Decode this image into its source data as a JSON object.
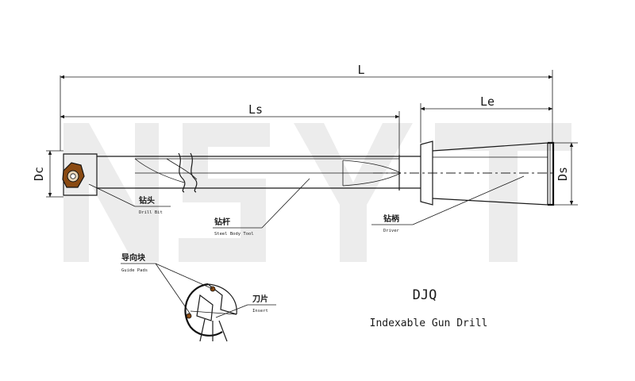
{
  "dimensions": {
    "overall_length": "L",
    "shank_length": "Ls",
    "driver_length": "Le",
    "cutting_diameter": "Dc",
    "shank_diameter": "Ds"
  },
  "parts": {
    "drill_bit_cn": "钻头",
    "drill_bit_en": "Drill Bit",
    "steel_body_cn": "钻杆",
    "steel_body_en": "Steel Body Tool",
    "driver_cn": "钻柄",
    "driver_en": "Driver",
    "guide_pads_cn": "导向块",
    "guide_pads_en": "Guide Pads",
    "insert_cn": "刀片",
    "insert_en": "Insert"
  },
  "product": {
    "code": "DJQ",
    "description": "Indexable Gun Drill"
  },
  "colors": {
    "insert": "#8a4a12",
    "watermark": "#ececec"
  }
}
